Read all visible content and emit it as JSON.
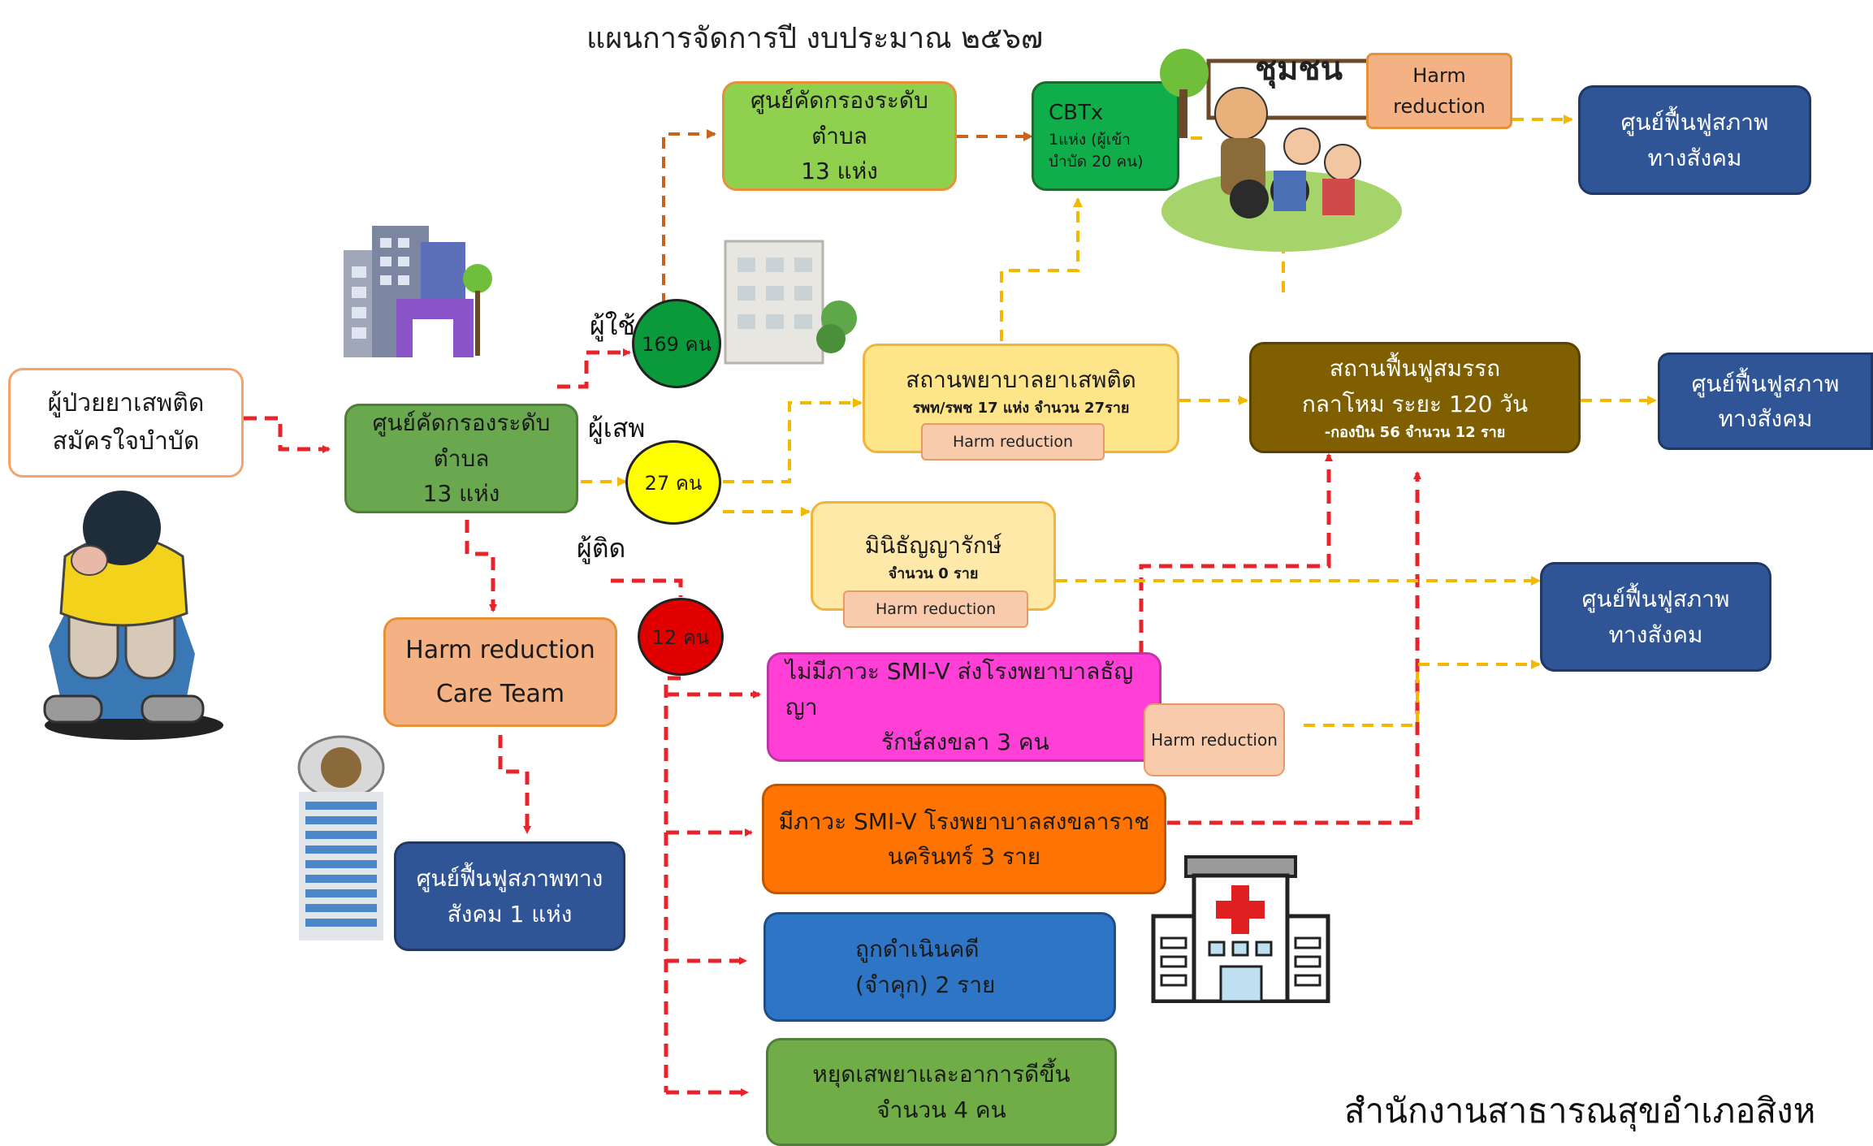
{
  "title": "แผนการจัดการปี งบประมาณ ๒๕๖๗",
  "footer": "สำนักงานสาธารณสุขอำเภอสิงห",
  "patient_box": {
    "line1": "ผู้ป่วยยาเสพติด",
    "line2": "สมัครใจบำบัด"
  },
  "screening_center": {
    "line1": "ศูนย์คัดกรองระดับตำบล",
    "line2": "13 แห่ง"
  },
  "screening_center_top": {
    "line1": "ศูนย์คัดกรองระดับตำบล",
    "line2": "13 แห่ง"
  },
  "cbtx": {
    "line1": "CBTx",
    "line2": "1แห่ง (ผู้เข้า",
    "line3": "บำบัด 20 คน)"
  },
  "community_sign": "ชุมชน",
  "harm_reduction_top": {
    "line1": "Harm",
    "line2": "reduction"
  },
  "social_rehab_1": {
    "line1": "ศูนย์ฟื้นฟูสภาพ",
    "line2": "ทางสังคม"
  },
  "social_rehab_2": {
    "line1": "ศูนย์ฟื้นฟูสภาพ",
    "line2": "ทางสังคม"
  },
  "social_rehab_3": {
    "line1": "ศูนย์ฟื้นฟูสภาพ",
    "line2": "ทางสังคม"
  },
  "categories": {
    "user": "ผู้ใช้",
    "abuser": "ผู้เสพ",
    "addict": "ผู้ติด"
  },
  "counts": {
    "user": "169 คน",
    "abuser": "27 คน",
    "addict": "12 คน"
  },
  "drug_hospital": {
    "line1": "สถานพยาบาลยาเสพติด",
    "line2": "รพท/รพช 17 แห่ง จำนวน 27ราย",
    "tag": "Harm reduction"
  },
  "mini_thanyarak": {
    "line1": "มินิธัญญารักษ์",
    "line2": "จำนวน 0 ราย",
    "tag": "Harm reduction"
  },
  "rehab_center": {
    "line1": "สถานฟื้นฟูสมรรถ",
    "line2": "กลาโหม ระยะ 120 วัน",
    "line3": "-กองบิน 56 จำนวน 12 ราย"
  },
  "harm_team": {
    "line1": "Harm reduction",
    "line2": "Care Team"
  },
  "social_rehab_left": {
    "line1": "ศูนย์ฟื้นฟูสภาพทาง",
    "line2": "สังคม 1 แห่ง"
  },
  "no_smiv": {
    "line1": "ไม่มีภาวะ SMI-V ส่งโรงพยาบาลธัญญา",
    "line2": "รักษ์สงขลา 3 คน",
    "tag": "Harm reduction"
  },
  "smiv": {
    "line1": "มีภาวะ SMI-V โรงพยาบาลสงขลาราช",
    "line2": "นครินทร์ 3 ราย"
  },
  "prosecuted": {
    "line1": "ถูกดำเนินคดี",
    "line2": "(จำคุก) 2 ราย"
  },
  "recovered": {
    "line1": "หยุดเสพยาและอาการดีขึ้น",
    "line2": "จำนวน 4 คน"
  },
  "colors": {
    "red_arrow": "#e8232a",
    "yellow_arrow": "#f5b800",
    "brown_arrow": "#c8641e",
    "green_circle": "#0a9a3c",
    "yellow_circle": "#ffff00",
    "red_circle": "#e00000"
  }
}
